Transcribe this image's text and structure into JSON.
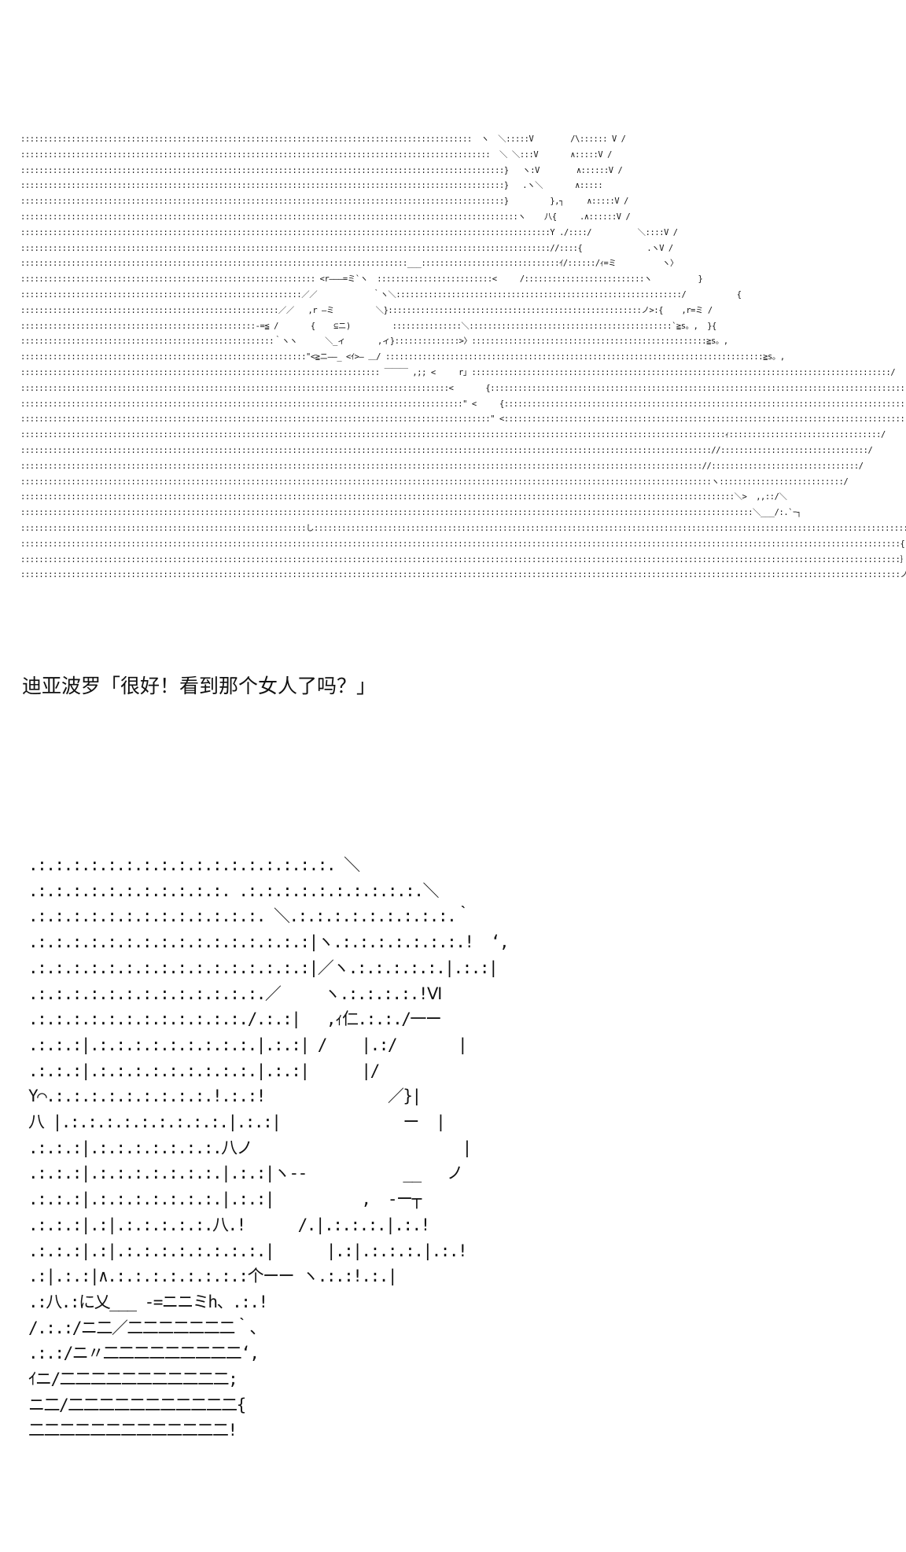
{
  "art_top": [
    "::::::::::::::::::::::::::::::::::::::::::::::::::::::::::::::::::::::::::::::::::::::::::::::::::  ヽ  ＼:::::V        /\\:::::: V /",
    "::::::::::::::::::::::::::::::::::::::::::::::::::::::::::::::::::::::::::::::::::::::::::::::::::::::  ＼ ＼:::V       ∧:::::V /",
    ":::::::::::::::::::::::::::::::::::::::::::::::::::::::::::::::::::::::::::::::::::::::::::::::::::::::::}   ヽ:V        ∧::::::V /",
    ":::::::::::::::::::::::::::::::::::::::::::::::::::::::::::::::::::::::::::::::::::::::::::::::::::::::::}   .ヽ＼       ∧:::::",
    ":::::::::::::::::::::::::::::::::::::::::::::::::::::::::::::::::::::::::::::::::::::::::::::::::::::::::}         },┐     ∧:::::V /",
    "::::::::::::::::::::::::::::::::::::::::::::::::::::::::::::::::::::::::::::::::::::::::::::::::::::::::::::ヽ    八{     .∧::::::V /",
    ":::::::::::::::::::::::::::::::::::::::::::::::::::::::::::::::::::::::::::::::::::::::::::::::::::::::::::::::::::Y ./::::/          ＼::::V /",
    "::::::::::::::::::::::::::::::::::::::::::::::::::::::::::::::::::::::::::::::::::::::::::::::::::::::::::::::::::://::::{              .ヽV /",
    "::::::::::::::::::::::::::::::::::::::::::::::::::::::::::::::::::::::::::::::::::::___::::::::::::::::::::::::::::::ｲ/::::::/ｨ=ミ          ヽ〉",
    ":::::::::::::::::::::::::::::::::::::::::::::::::::::::::::::::: <r―――=ミ`ヽ  :::::::::::::::::::::::::<     /::::::::::::::::::::::::::ヽ          }",
    ":::::::::::::::::::::::::::::::::::::::::::::::::::::::::::::／／            ｀ヽ＼::::::::::::::::::::::::::::::::::::::::::::::::::::::::::::::/           {",
    "::::::::::::::::::::::::::::::::::::::::::::::::::::::::／／   ,r ―ミ         ＼}:::::::::::::::::::::::::::::::::::::::::::::::::::::::ノ>:{    ,r=ミ /",
    ":::::::::::::::::::::::::::::::::::::::::::::::::::-=≦ /       {    ⊆ニ)         :::::::::::::::＼::::::::::::::::::::::::::::::::::::::::::::`≧s。,  }{",
    ":::::::::::::::::::::::::::::::::::::::::::::::::::::::｀ヽヽ      ＼_ィ       ,ィ}::::::::::::::>〉:::::::::::::::::::::::::::::::::::::::::::::::::::≧s。,",
    "::::::::::::::::::::::::::::::::::::::::::::::::::::::::::::::\"<≧ニ――_ <ｲ>― ＿/ ::::::::::::::::::::::::::::::::::::::::::::::::::::::::::::::::::::::::::::::::::≧s。,",
    ":::::::::::::::::::::::::::::::::::::::::::::::::::::::::::::::::::::::::::::: ￣￣￣ ,;; <     r｣ :::::::::::::::::::::::::::::::::::::::::::::::::::::::::::::::::::::::::::::::::::::::::::/",
    ":::::::::::::::::::::::::::::::::::::::::::::::::::::::::::::::::::::::::::::::::::::::::::::<       {::::::::::::::::::::::::::::::::::::::::::::::::::::::::::::::::::::::::::::::::::::::::::::::::::/",
    "::::::::::::::::::::::::::::::::::::::::::::::::::::::::::::::::::::::::::::::::::::::::::::::::\" <     {:::::::::::::::::::::::::::::::::::::::::::::::::::::::::::::::::::::::::::::::::::::::::::::/",
    "::::::::::::::::::::::::::::::::::::::::::::::::::::::::::::::::::::::::::::::::::::::::::::::::::::::\" <::::::::::::::::::::::::::::::::::::::::::::::::::::::::::::::::::::::::::::::::::::::::::::::::/",
    ":::::::::::::::::::::::::::::::::::::::::::::::::::::::::::::::::::::::::::::::::::::::::::::::::::::::::::::::::::::::::::::::::::::::::::::::::::::::::ｨ:::::::::::::::::::::::::::::::::/",
    ":::::::::::::::::::::::::::::::::::::::::::::::::::::::::::::::::::::::::::::::::::::::::::::::::::::::::::::::::::::::::::::::::::::::::::::::::::::://::::::::::::::::::::::::::::::::/",
    ":::::::::::::::::::::::::::::::::::::::::::::::::::::::::::::::::::::::::::::::::::::::::::::::::::::::::::::::::::::::::::::::::::::::::::::::::::://::::::::::::::::::::::::::::::::/",
    "::::::::::::::::::::::::::::::::::::::::::::::::::::::::::::::::::::::::::::::::::::::::::::::::::::::::::::::::::::::::::::::::::::::::::::::::::::::ヽ:::::::::::::::::::::::::::/",
    ":::::::::::::::::::::::::::::::::::::::::::::::::::::::::::::::::::::::::::::::::::::::::::::::::::::::::::::::::::::::::::::::::::::::::::::::::::::::::::＼>  ,,::/＼",
    ":::::::::::::::::::::::::::::::::::::::::::::::::::::::::::::::::::::::::::::::::::::::::::::::::::::::::::::::::::::::::::::::::::::::::::::::::::::::::::::::＼___/:.`ｰ┐",
    "::::::::::::::::::::::::::::::::::::::::::::::::::::::::::::::し::::::::::::::::::::::::::::::::::::::::::::::::::::::::::::::::::::::::::::::::::::::::::::::::::::::::::::::::::::::::::::::::::{",
    ":::::::::::::::::::::::::::::::::::::::::::::::::::::::::::::::::::::::::::::::::::::::::::::::::::::::::::::::::::::::::::::::::::::::::::::::::::::::::::::::::::::::::::::::::::::::::::::::{",
    ":::::::::::::::::::::::::::::::::::::::::::::::::::::::::::::::::::::::::::::::::::::::::::::::::::::::::::::::::::::::::::::::::::::::::::::::::::::::::::::::::::::::::::::::::::::::::::::::｝",
    ":::::::::::::::::::::::::::::::::::::::::::::::::::::::::::::::::::::::::::::::::::::::::::::::::::::::::::::::::::::::::::::::::::::::::::::::::::::::::::::::::::::::::::::::::::::::::::::::ノ"
  ],
  "caption": "迪亚波罗「很好！看到那个女人了吗？」",
  "art_bottom": [
    ".:.:.:.:.:.:.:.:.:.:.:.:.:.:.:.:.:. ＼",
    ".:.:.:.:.:.:.:.:.:.:.:. .:.:.:.:.:.:.:.:.:.:.＼",
    ".:.:.:.:.:.:.:.:.:.:.:.:.:. ＼.:.:.:.:.:.:.:.:.:.｀",
    ".:.:.:.:.:.:.:.:.:.:.:.:.:.:.:.:|ヽ.:.:.:.:.:.:.:.!  ‘,",
    ".:.:.:.:.:.:.:.:.:.:.:.:.:.:.:.:|／ヽ.:.:.:.:.:.|.:.:|",
    ".:.:.:.:.:.:.:.:.:.:.:.:.:.／     ヽ.:.:.:.:.!Ⅵ",
    ".:.:.:.:.:.:.:.:.:.:.:.:./.:.:|   ,ｨ仁.:.:./一ー",
    ".:.:.:|.:.:.:.:.:.:.:.:.:.|.:.:| /    |.:/       |",
    ".:.:.:|.:.:.:.:.:.:.:.:.:.|.:.:|      |/",
    "Y⌒.:.:.:.:.:.:.:.:.:.!.:.:!              ／}|",
    "八 |.:.:.:.:.:.:.:.:.:.|.:.:|              ー  |",
    ".:.:.:|.:.:.:.:.:.:.:.八ノ                        |",
    ".:.:.:|.:.:.:.:.:.:.:.|.:.:|ヽ--           __   ノ",
    ".:.:.:|.:.:.:.:.:.:.:.|.:.:|          ,  -ー┬",
    ".:.:.:|.:|.:.:.:.:.:.八.!      /.|.:.:.:.|.:.!",
    ".:.:.:|.:|.:.:.:.:.:.:.:.:.|      |.:|.:.:.:.|.:.!",
    ".:|.:.:|∧.:.:.:.:.:.:.:.:个ーー ヽ.:.:!.:.|",
    ".:八.:に乂___ -=ニニミh、.:.!",
    "/.:.:/ニ二／二二二二二二二｀、",
    ".:.:/ニ〃二二二二二二二二二‘,",
    "ｲニ/二二二二二二二二二二二;",
    "ニ二/二二二二二二二二二二二{",
    "二二二二二二二二二二二二二!"
  ]
}
